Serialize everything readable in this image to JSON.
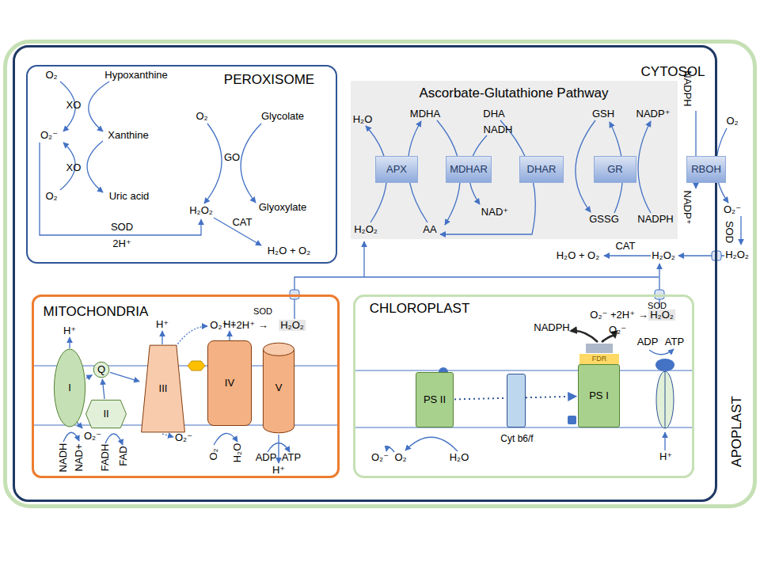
{
  "diagram": {
    "nodes": [
      {
        "text": [
          "APOPLAST"
        ]
      },
      {
        "text": [
          "CYTOSOL"
        ],
        "in": 0
      },
      {
        "text": [
          "PEROXISOME"
        ],
        "in": 1
      },
      {
        "text": [
          "Ascorbate-Glutathione Pathway"
        ],
        "in": 1
      },
      {
        "text": [
          "APX"
        ],
        "in": 3
      },
      {
        "text": [
          "MDHAR"
        ],
        "in": 3
      },
      {
        "text": [
          "DHAR"
        ],
        "in": 3
      },
      {
        "text": [
          "GR"
        ],
        "in": 3
      },
      {
        "text": [
          "RBOH"
        ],
        "in": 1
      },
      {
        "text": [
          "MITOCHONDRIA"
        ],
        "in": 1
      },
      {
        "text": [
          "I"
        ],
        "in": 9
      },
      {
        "text": [
          "Q"
        ],
        "in": 9
      },
      {
        "text": [
          "II"
        ],
        "in": 9
      },
      {
        "text": [
          "III"
        ],
        "in": 9
      },
      {
        "text": [
          "IV"
        ],
        "in": 9
      },
      {
        "text": [
          "V"
        ],
        "in": 9
      },
      {
        "text": [
          "CHLOROPLAST"
        ],
        "in": 1
      },
      {
        "text": [
          "PS II"
        ],
        "in": 16
      },
      {
        "text": [
          "Cyt b6/f"
        ],
        "in": 16
      },
      {
        "text": [
          "PS I"
        ],
        "in": 16
      },
      {
        "text": [
          "FDR"
        ],
        "in": 16
      }
    ],
    "edges": [
      {
        "from": 10,
        "to": 11,
        "arrow": "to"
      },
      {
        "from": 12,
        "to": 11,
        "arrow": "to"
      },
      {
        "from": 11,
        "to": 13,
        "arrow": "to"
      },
      {
        "from": 17,
        "to": 19,
        "arrow": "to"
      }
    ],
    "labels": [
      "O₂",
      "Hypoxanthine",
      "XO",
      "O₂⁻",
      "Xanthine",
      "XO",
      "O₂",
      "Uric acid",
      "SOD",
      "2H⁺",
      "O₂",
      "Glycolate",
      "GO",
      "H₂O₂",
      "Glyoxylate",
      "CAT",
      "H₂O + O₂",
      "H₂O",
      "MDHA",
      "DHA",
      "GSH",
      "NADP⁺",
      "NADH",
      "H₂O₂",
      "AA",
      "NAD⁺",
      "GSSG",
      "NADPH",
      "NADPH",
      "O₂",
      "NADP⁺",
      "O₂⁻",
      "SOD",
      "H₂O₂",
      "CAT",
      "H₂O + O₂",
      "H₂O₂",
      "SOD",
      "O₂⁻ +2H⁺ →",
      "H₂O₂",
      "H⁺",
      "H⁺",
      "H⁺",
      "O₂⁻",
      "NADH",
      "NAD+",
      "FADH",
      "FAD",
      "O₂⁻",
      "O₂",
      "H₂O",
      "ADP",
      "ATP",
      "H⁺",
      "O₂⁻ +2H⁺ →",
      "SOD",
      "H₂O₂",
      "NADPH",
      "O₂⁻",
      "ADP",
      "ATP",
      "O₂⁻",
      "O₂",
      "H₂O",
      "H⁺"
    ]
  }
}
